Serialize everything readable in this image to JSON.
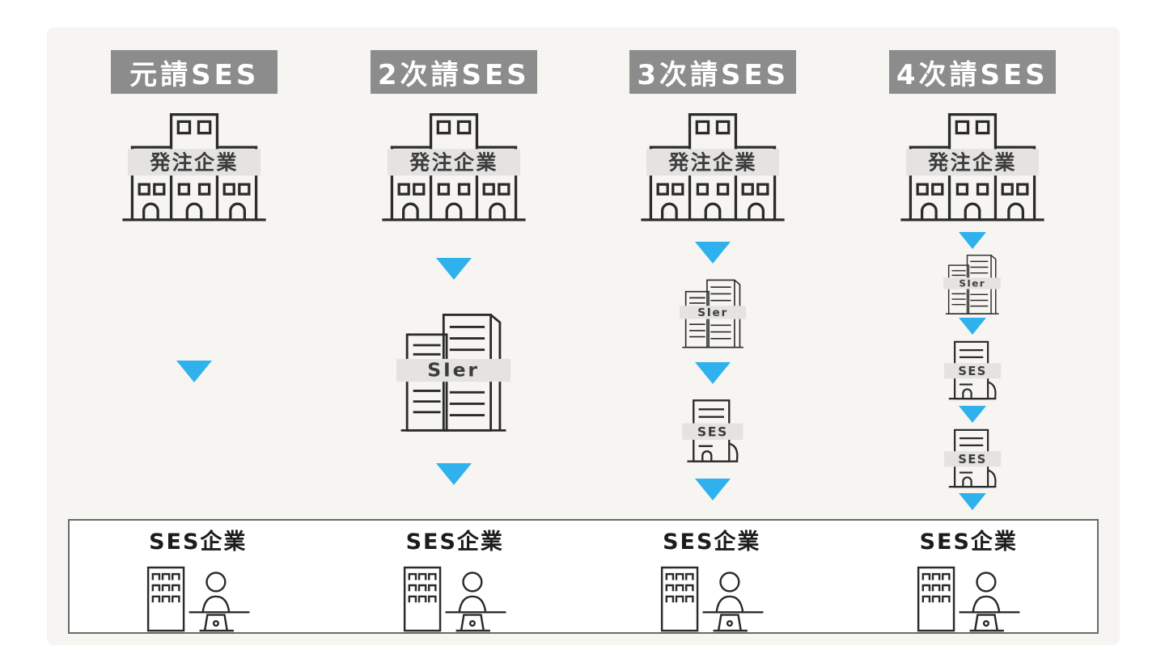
{
  "diagram": {
    "columns": [
      {
        "header": "元請SES",
        "client_label": "発注企業",
        "intermediaries": [],
        "ses_label": "SES企業"
      },
      {
        "header": "2次請SES",
        "client_label": "発注企業",
        "intermediaries": [
          "SIer"
        ],
        "ses_label": "SES企業"
      },
      {
        "header": "3次請SES",
        "client_label": "発注企業",
        "intermediaries": [
          "SIer",
          "SES"
        ],
        "ses_label": "SES企業"
      },
      {
        "header": "4次請SES",
        "client_label": "発注企業",
        "intermediaries": [
          "SIer",
          "SES",
          "SES"
        ],
        "ses_label": "SES企業"
      }
    ],
    "colors": {
      "header_bg": "#8c8c8c",
      "header_text": "#ffffff",
      "arrow": "#2fb1ed",
      "label_band": "#e4e3e1",
      "band_text": "#3c3c3c",
      "icon_stroke": "#2b2b2b",
      "panel_bg": "#f7f5f2",
      "box_border": "#6a6a6a",
      "ses_label_text": "#1c1c1c"
    }
  }
}
